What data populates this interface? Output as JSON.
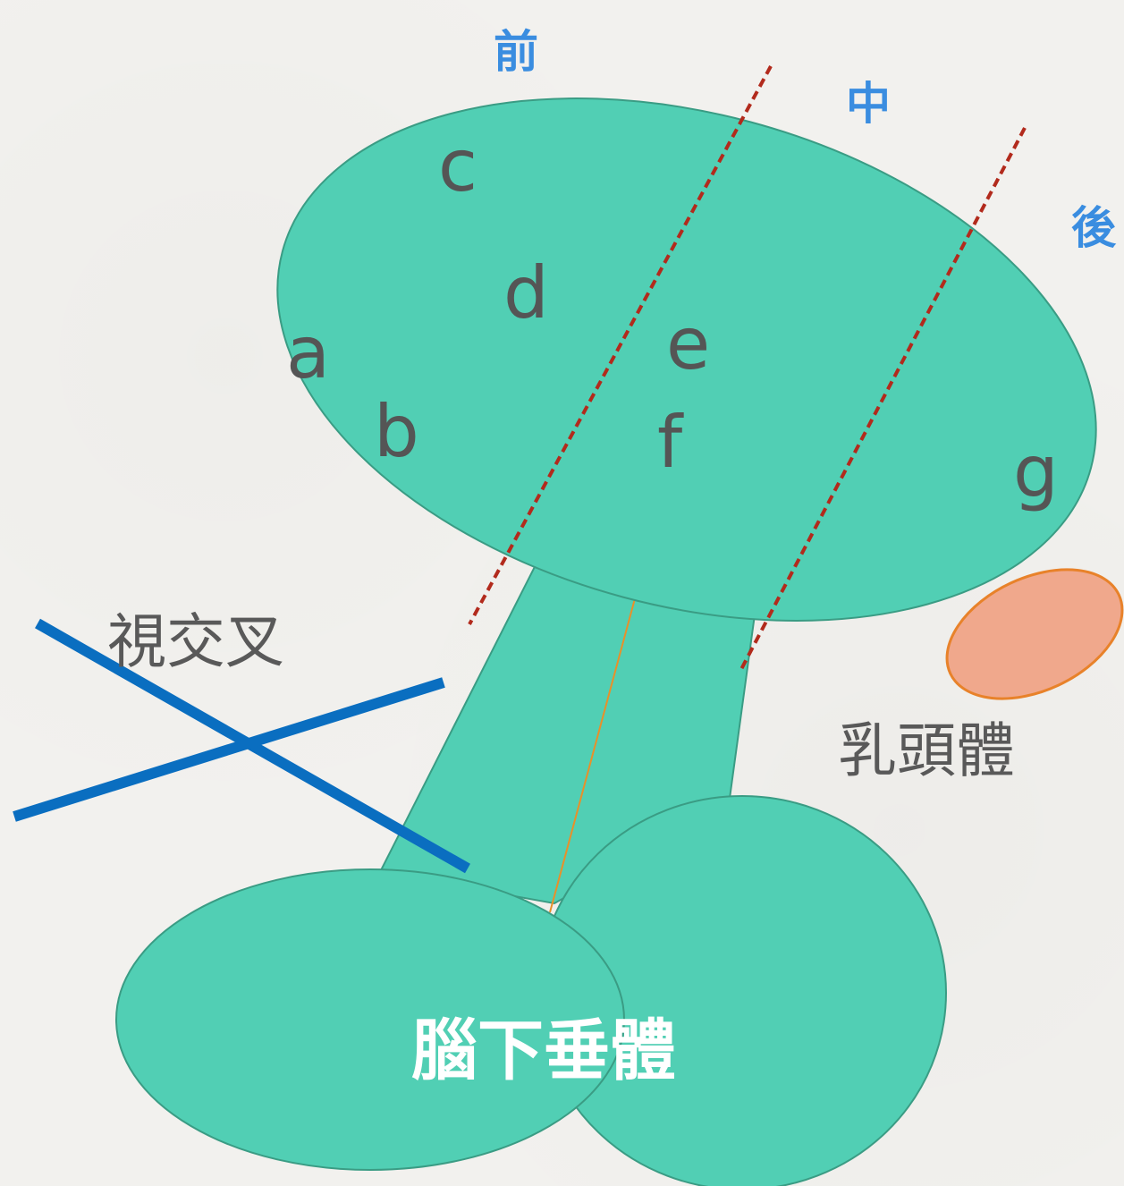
{
  "colors": {
    "hypothalamus_fill": "#51cfb4",
    "hypothalamus_stroke": "#3a9c84",
    "mammillary_fill": "#f0a88c",
    "mammillary_stroke": "#e8822a",
    "section_line": "#b22a1c",
    "section_label": "#3a8de0",
    "optic_chiasm": "#0a6ec0",
    "stalk_line": "#e8902a"
  },
  "section_labels": {
    "anterior": "前",
    "middle": "中",
    "posterior": "後"
  },
  "regions": {
    "a": "a",
    "b": "b",
    "c": "c",
    "d": "d",
    "e": "e",
    "f": "f",
    "g": "g"
  },
  "structures": {
    "optic_chiasm": "視交叉",
    "mammillary_body": "乳頭體",
    "pituitary": "腦下垂體"
  }
}
